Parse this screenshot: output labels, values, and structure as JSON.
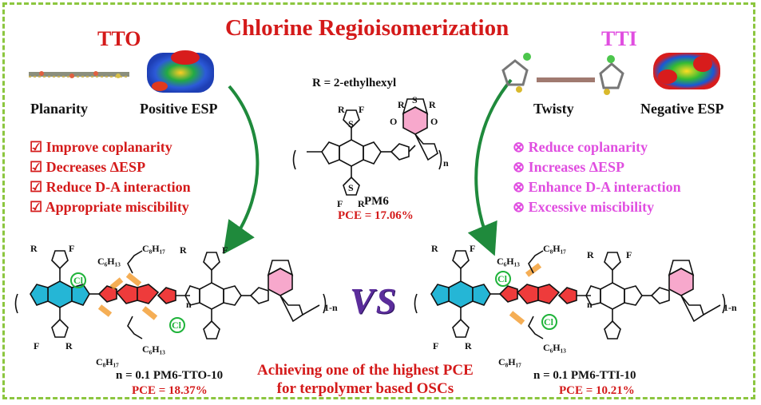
{
  "title": "Chlorine Regioisomerization",
  "left": {
    "heading": "TTO",
    "labels": [
      "Planarity",
      "Positive ESP"
    ],
    "effects": [
      "☑ Improve coplanarity",
      "☑ Decreases ΔESP",
      "☑ Reduce D-A interaction",
      "☑ Appropriate miscibility"
    ],
    "polymer": "n = 0.1  PM6-TTO-10",
    "pce": "PCE = 18.37%"
  },
  "right": {
    "heading": "TTI",
    "labels": [
      "Twisty",
      "Negative ESP"
    ],
    "effects": [
      "⊗ Reduce coplanarity",
      "⊗ Increases ΔESP",
      "⊗ Enhance D-A interaction",
      "⊗ Excessive miscibility"
    ],
    "polymer": "n = 0.1  PM6-TTI-10",
    "pce": "PCE = 10.21%"
  },
  "center": {
    "r_def": "R = 2-ethylhexyl",
    "name": "PM6",
    "pce": "PCE = 17.06%",
    "vs": "VS"
  },
  "atoms": {
    "R": "R",
    "F": "F",
    "S": "S",
    "O": "O",
    "Cl": "Cl",
    "n": "n",
    "n1": "1-n"
  },
  "chains": {
    "c8h17": "C₈H₁₇",
    "c6h13": "C₆H₁₃"
  },
  "conclusion": [
    "Achieving one of the highest PCE",
    "for terpolymer based OSCs"
  ],
  "colors": {
    "border": "#8cc63f",
    "red": "#d41a1a",
    "pink": "#e04ee0",
    "arrow": "#1f8a3c",
    "vs": "#5b2d9b"
  }
}
